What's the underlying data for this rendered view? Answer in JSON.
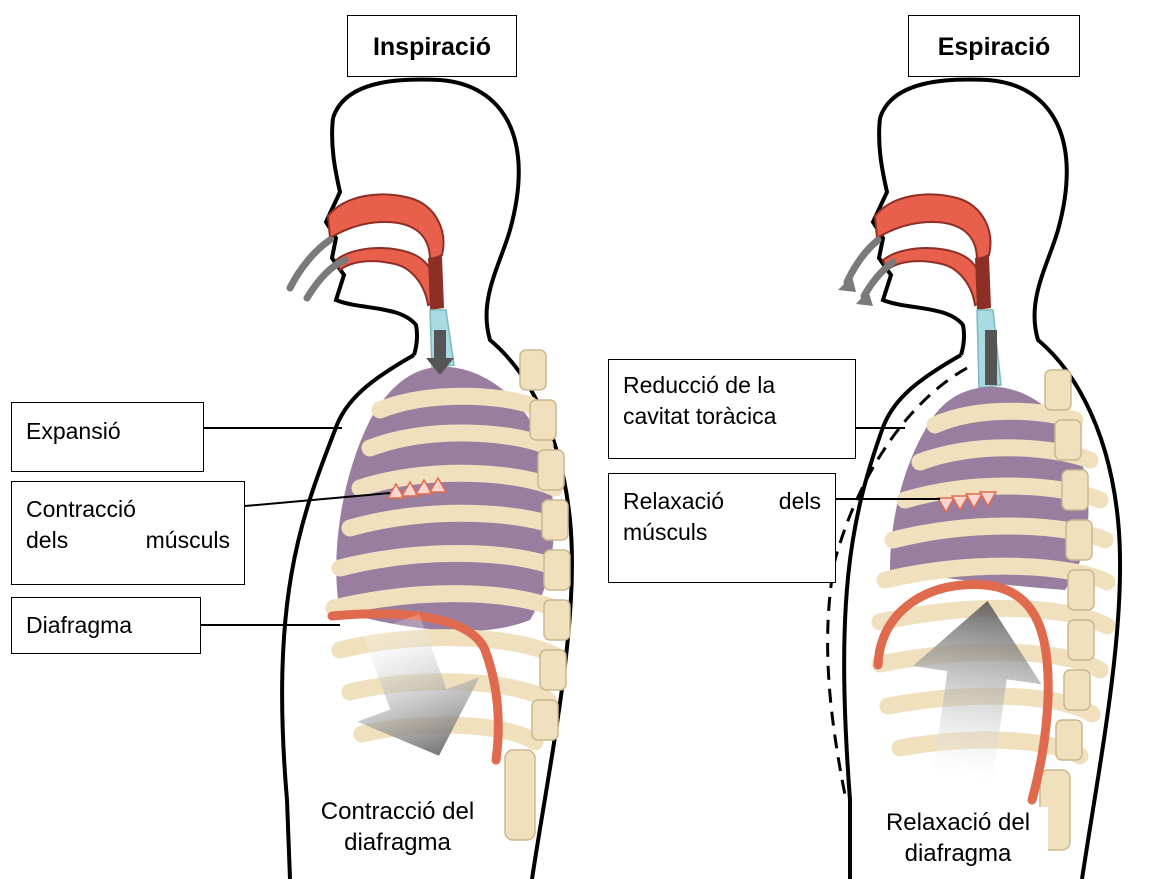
{
  "panels": {
    "left": {
      "title": "Inspiració",
      "labels": {
        "expansion": "Expansió",
        "muscles": "Contracció\ndels músculs",
        "diaphragm": "Diafragma"
      },
      "caption": "Contracció del\ndiafragma"
    },
    "right": {
      "title": "Espiració",
      "labels": {
        "reduction": "Reducció de la\ncavitat toràcica",
        "muscles": "Relaxació dels\nmúsculs"
      },
      "caption": "Relaxació del\ndiafragma"
    }
  },
  "colors": {
    "outline": "#000000",
    "airway": "#e8604c",
    "airway_dark": "#8e2f26",
    "trachea": "#a9dbe2",
    "lung": "#9a7ea0",
    "rib": "#f0e0bd",
    "rib_edge": "#c9b88f",
    "diaphragm": "#e06a4e",
    "arrow": "#707070"
  },
  "icons": [
    "air-flow-arrow-icon",
    "diaphragm-movement-arrow-icon",
    "muscle-arrows-icon"
  ]
}
